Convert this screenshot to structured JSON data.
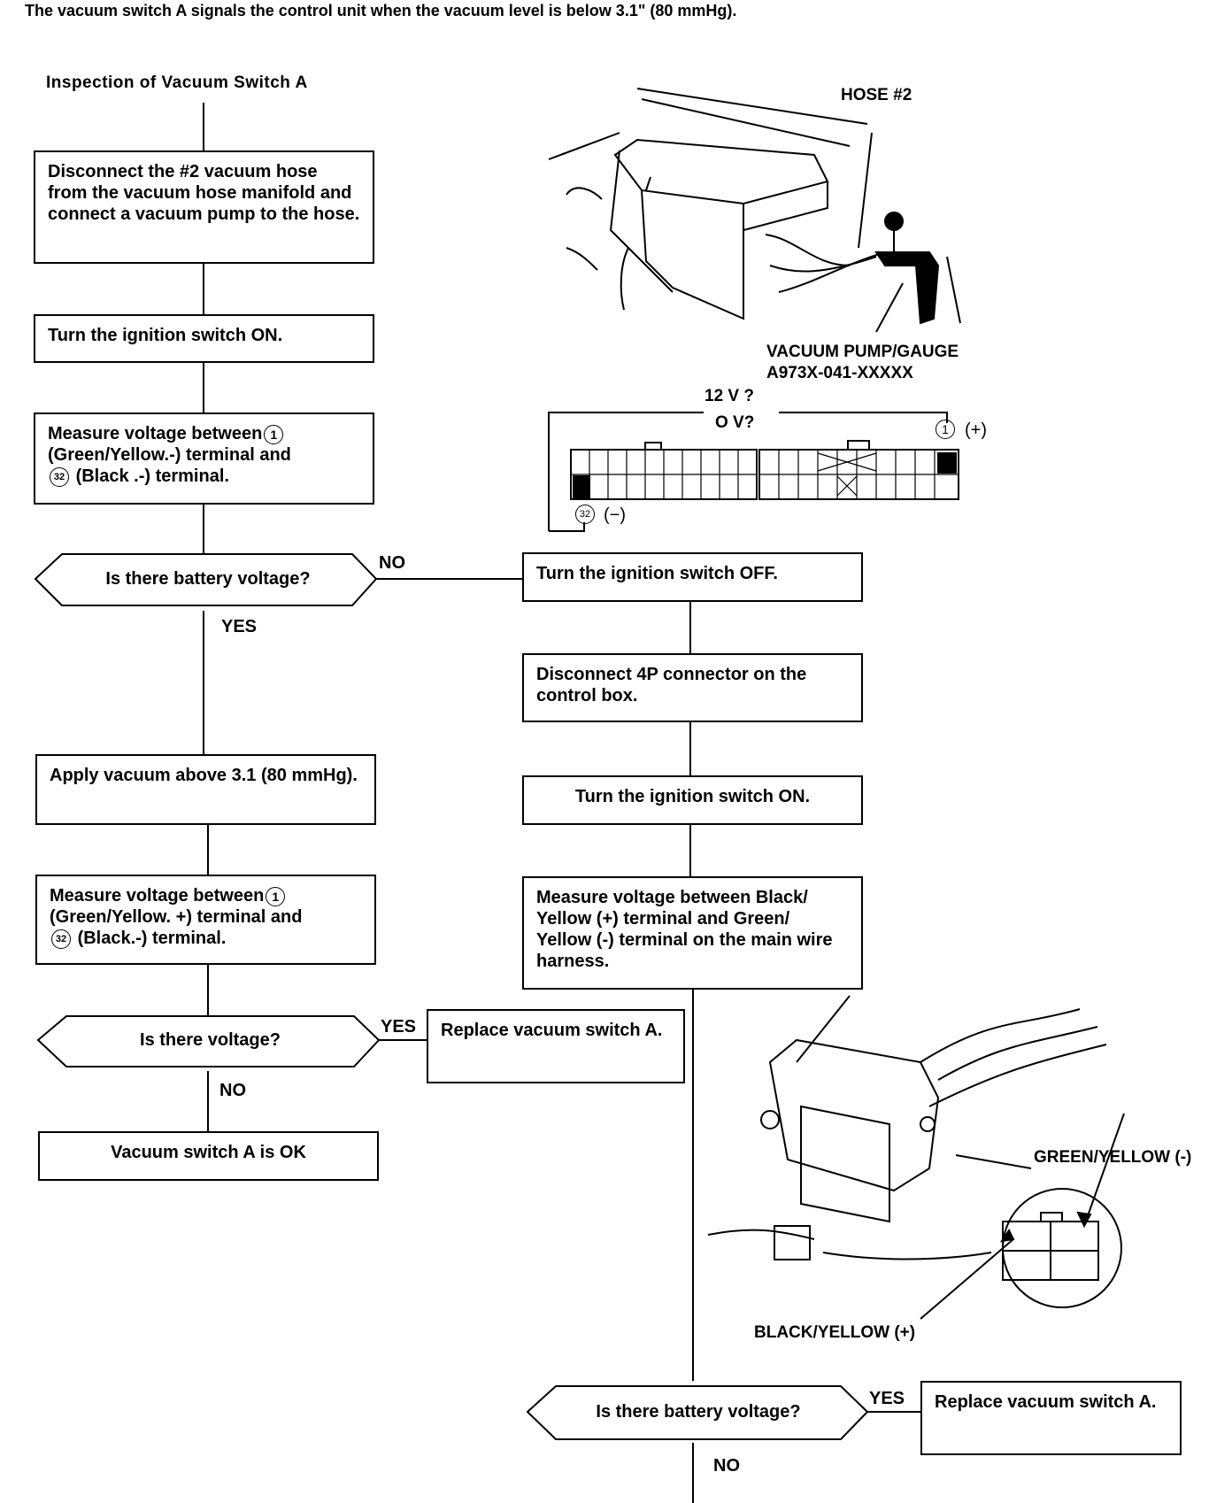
{
  "header": "The vacuum switch A signals the control unit when the vacuum level is below 3.1\" (80 mmHg).",
  "title": "Inspection of Vacuum Switch A",
  "left_steps": {
    "s1": "Disconnect the #2 vacuum hose from the vacuum hose manifold and connect a vacuum pump to the hose.",
    "s2": "Turn the ignition switch ON.",
    "s3_a": "Measure voltage between",
    "s3_t1": "1",
    "s3_b": "(Green/Yellow.-) terminal and",
    "s3_t2": "32",
    "s3_c": "(Black .-) terminal.",
    "d1": "Is there battery voltage?",
    "s4": "Apply vacuum above 3.1 (80 mmHg).",
    "s5_a": "Measure voltage between",
    "s5_t1": "1",
    "s5_b": "(Green/Yellow. +) terminal and",
    "s5_t2": "32",
    "s5_c": "(Black.-) terminal.",
    "d2": "Is there voltage?",
    "ok": "Vacuum switch A is OK"
  },
  "right_steps": {
    "r1": "Turn the ignition switch OFF.",
    "r2": "Disconnect 4P connector on the control box.",
    "r3": "Turn the ignition switch ON.",
    "r4": "Measure voltage between Black/ Yellow (+) terminal and Green/ Yellow (-) terminal on the main wire harness.",
    "d3": "Is there battery voltage?",
    "replace1": "Replace vacuum switch A.",
    "replace2": "Replace vacuum switch A."
  },
  "branch_labels": {
    "no1": "NO",
    "yes1": "YES",
    "yes2": "YES",
    "no2": "NO",
    "yes3": "YES",
    "no3": "NO"
  },
  "figure_labels": {
    "hose": "HOSE #2",
    "pump_1": "VACUUM PUMP/GAUGE",
    "pump_2": "A973X-041-XXXXX",
    "v12": "12 V ?",
    "v0": "O V?",
    "term1": "1",
    "plus": "(+)",
    "term32": "32",
    "minus": "(−)",
    "green_yellow": "GREEN/YELLOW (-)",
    "black_yellow": "BLACK/YELLOW (+)"
  }
}
